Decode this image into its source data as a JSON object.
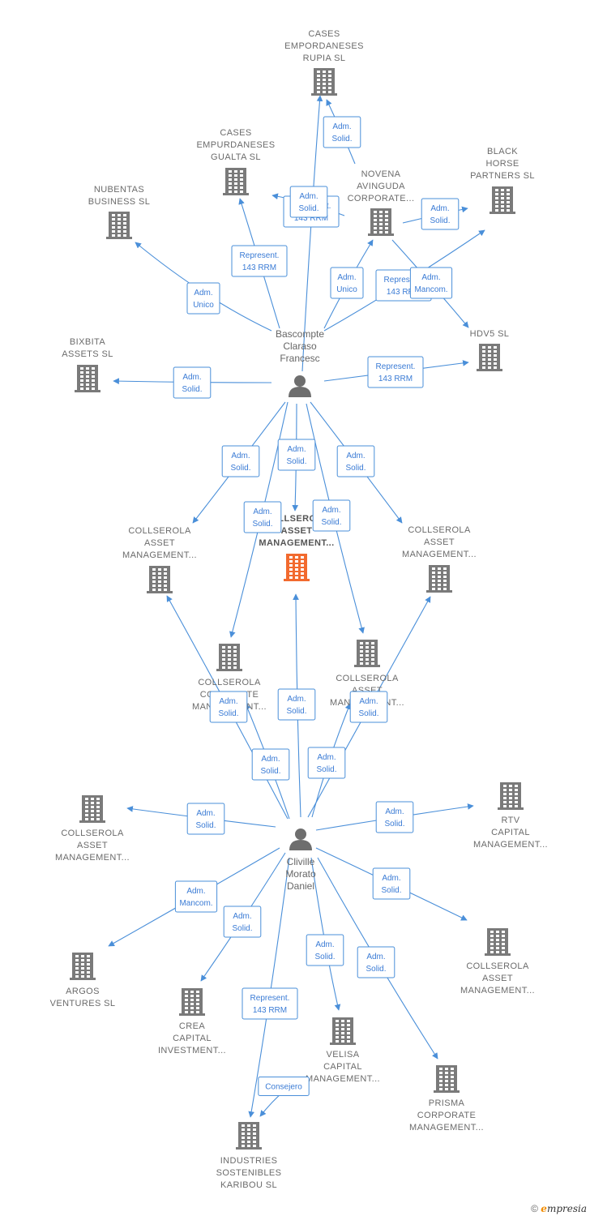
{
  "colors": {
    "edge": "#4a8fd9",
    "company": "#7a7a7a",
    "focus_company": "#f26a2e",
    "person": "#6e6e6e",
    "label_text": "#3a7bd5"
  },
  "persons": [
    {
      "id": "bascompte",
      "lines": [
        "Bascompte",
        "Claraso",
        "Francesc"
      ]
    },
    {
      "id": "cliville",
      "lines": [
        "Cliville",
        "Morato",
        "Daniel"
      ]
    }
  ],
  "companies": [
    {
      "id": "cases-rupia",
      "lines": [
        "CASES",
        "EMPORDANESES",
        "RUPIA  SL"
      ]
    },
    {
      "id": "cases-gualta",
      "lines": [
        "CASES",
        "EMPURDANESES",
        "GUALTA  SL"
      ]
    },
    {
      "id": "nubentas",
      "lines": [
        "NUBENTAS",
        "BUSINESS SL"
      ]
    },
    {
      "id": "novena",
      "lines": [
        "NOVENA",
        "AVINGUDA",
        "CORPORATE..."
      ]
    },
    {
      "id": "black-horse",
      "lines": [
        "BLACK",
        "HORSE",
        "PARTNERS  SL"
      ]
    },
    {
      "id": "hdv5",
      "lines": [
        "HDV5  SL"
      ]
    },
    {
      "id": "bixbita",
      "lines": [
        "BIXBITA",
        "ASSETS  SL"
      ]
    },
    {
      "id": "collserola-left",
      "lines": [
        "COLLSEROLA",
        "ASSET",
        "MANAGEMENT..."
      ]
    },
    {
      "id": "collserola-focus",
      "lines": [
        "COLLSEROLA",
        "ASSET",
        "MANAGEMENT..."
      ],
      "focus": true
    },
    {
      "id": "collserola-right",
      "lines": [
        "COLLSEROLA",
        "ASSET",
        "MANAGEMENT..."
      ]
    },
    {
      "id": "collserola-corporate",
      "lines": [
        "COLLSEROLA",
        "CORPORATE",
        "MANAGEMENT..."
      ]
    },
    {
      "id": "collserola-mid",
      "lines": [
        "COLLSEROLA",
        "ASSET",
        "MANAGEMENT..."
      ]
    },
    {
      "id": "collserola-lower-left",
      "lines": [
        "COLLSEROLA",
        "ASSET",
        "MANAGEMENT..."
      ]
    },
    {
      "id": "rtv",
      "lines": [
        "RTV",
        "CAPITAL",
        "MANAGEMENT..."
      ]
    },
    {
      "id": "collserola-lower-right",
      "lines": [
        "COLLSEROLA",
        "ASSET",
        "MANAGEMENT..."
      ]
    },
    {
      "id": "argos",
      "lines": [
        "ARGOS",
        "VENTURES  SL"
      ]
    },
    {
      "id": "crea",
      "lines": [
        "CREA",
        "CAPITAL",
        "INVESTMENT..."
      ]
    },
    {
      "id": "velisa",
      "lines": [
        "VELISA",
        "CAPITAL",
        "MANAGEMENT..."
      ]
    },
    {
      "id": "prisma",
      "lines": [
        "PRISMA",
        "CORPORATE",
        "MANAGEMENT..."
      ]
    },
    {
      "id": "industries",
      "lines": [
        "INDUSTRIES",
        "SOSTENIBLES",
        "KARIBOU  SL"
      ]
    }
  ],
  "edges": [
    {
      "from": "bascompte",
      "to": "cases-rupia",
      "label": [
        "Represent.",
        "143 RRM"
      ]
    },
    {
      "from": "bascompte",
      "to": "cases-gualta",
      "label": [
        "Represent.",
        "143 RRM"
      ]
    },
    {
      "from": "bascompte",
      "to": "nubentas",
      "label": [
        "Adm.",
        "Unico"
      ]
    },
    {
      "from": "bascompte",
      "to": "novena",
      "label": [
        "Adm.",
        "Unico"
      ]
    },
    {
      "from": "bascompte",
      "to": "black-horse",
      "label": [
        "Represent.",
        "143 RRM"
      ]
    },
    {
      "from": "bascompte",
      "to": "hdv5",
      "label": [
        "Represent.",
        "143 RRM"
      ]
    },
    {
      "from": "bascompte",
      "to": "bixbita",
      "label": [
        "Adm.",
        "Solid."
      ]
    },
    {
      "from": "bascompte",
      "to": "collserola-left",
      "label": [
        "Adm.",
        "Solid."
      ]
    },
    {
      "from": "bascompte",
      "to": "collserola-focus",
      "label": [
        "Adm.",
        "Solid."
      ]
    },
    {
      "from": "bascompte",
      "to": "collserola-right",
      "label": [
        "Adm.",
        "Solid."
      ]
    },
    {
      "from": "bascompte",
      "to": "collserola-corporate",
      "label": [
        "Adm.",
        "Solid."
      ]
    },
    {
      "from": "bascompte",
      "to": "collserola-mid",
      "label": [
        "Adm.",
        "Solid."
      ]
    },
    {
      "from": "novena",
      "to": "cases-rupia",
      "label": [
        "Adm.",
        "Solid."
      ]
    },
    {
      "from": "novena",
      "to": "cases-gualta",
      "label": [
        "Adm.",
        "Solid."
      ]
    },
    {
      "from": "novena",
      "to": "black-horse",
      "label": [
        "Adm.",
        "Solid."
      ]
    },
    {
      "from": "novena",
      "to": "hdv5",
      "label": [
        "Adm.",
        "Mancom."
      ]
    },
    {
      "from": "cliville",
      "to": "collserola-left",
      "label": [
        "Adm.",
        "Solid."
      ]
    },
    {
      "from": "cliville",
      "to": "collserola-focus",
      "label": [
        "Adm.",
        "Solid."
      ]
    },
    {
      "from": "cliville",
      "to": "collserola-right",
      "label": [
        "Adm.",
        "Solid."
      ]
    },
    {
      "from": "cliville",
      "to": "collserola-corporate",
      "label": [
        "Adm.",
        "Solid."
      ]
    },
    {
      "from": "cliville",
      "to": "collserola-mid",
      "label": [
        "Adm.",
        "Solid."
      ]
    },
    {
      "from": "cliville",
      "to": "collserola-lower-left",
      "label": [
        "Adm.",
        "Solid."
      ]
    },
    {
      "from": "cliville",
      "to": "rtv",
      "label": [
        "Adm.",
        "Solid."
      ]
    },
    {
      "from": "cliville",
      "to": "collserola-lower-right",
      "label": [
        "Adm.",
        "Solid."
      ]
    },
    {
      "from": "cliville",
      "to": "argos",
      "label": [
        "Adm.",
        "Mancom."
      ]
    },
    {
      "from": "cliville",
      "to": "crea",
      "label": [
        "Adm.",
        "Solid."
      ]
    },
    {
      "from": "cliville",
      "to": "velisa",
      "label": [
        "Adm.",
        "Solid."
      ]
    },
    {
      "from": "cliville",
      "to": "prisma",
      "label": [
        "Adm.",
        "Solid."
      ]
    },
    {
      "from": "cliville",
      "to": "industries",
      "label": [
        "Represent.",
        "143 RRM"
      ]
    },
    {
      "from": "velisa",
      "to": "industries",
      "label": [
        "Consejero"
      ]
    }
  ],
  "footer": {
    "copyright": "©",
    "brand_initial": "e",
    "brand_rest": "mpresia"
  }
}
